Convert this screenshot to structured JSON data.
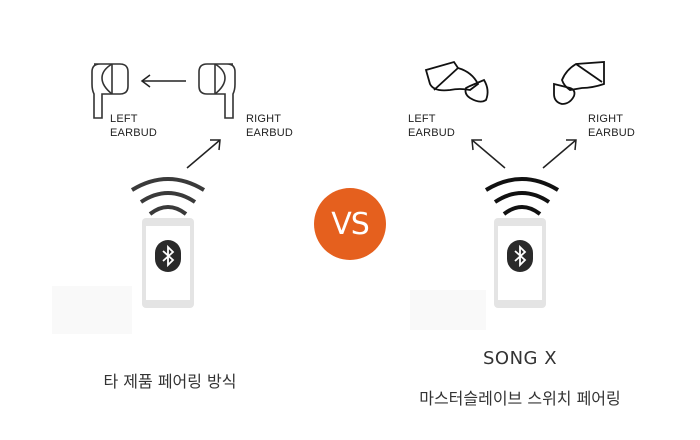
{
  "left_panel": {
    "left_earbud_label": [
      "LEFT",
      "EARBUD"
    ],
    "right_earbud_label": [
      "RIGHT",
      "EARBUD"
    ],
    "caption": "타 제품 페어링 방식",
    "icons": [
      "earbud-stem-icon",
      "arrow-left-icon",
      "arrow-up-right-icon",
      "wifi-signal-icon",
      "phone-icon",
      "bluetooth-icon"
    ]
  },
  "center": {
    "vs_label": "VS",
    "vs_color": "#e5601e"
  },
  "right_panel": {
    "left_earbud_label": [
      "LEFT",
      "EARBUD"
    ],
    "right_earbud_label": [
      "RIGHT",
      "EARBUD"
    ],
    "product_name": "SONG X",
    "caption": "마스터슬레이브 스위치 페어링",
    "icons": [
      "earbud-wireless-icon",
      "arrow-up-left-icon",
      "arrow-up-right-icon",
      "wifi-signal-icon",
      "phone-icon",
      "bluetooth-icon"
    ]
  }
}
